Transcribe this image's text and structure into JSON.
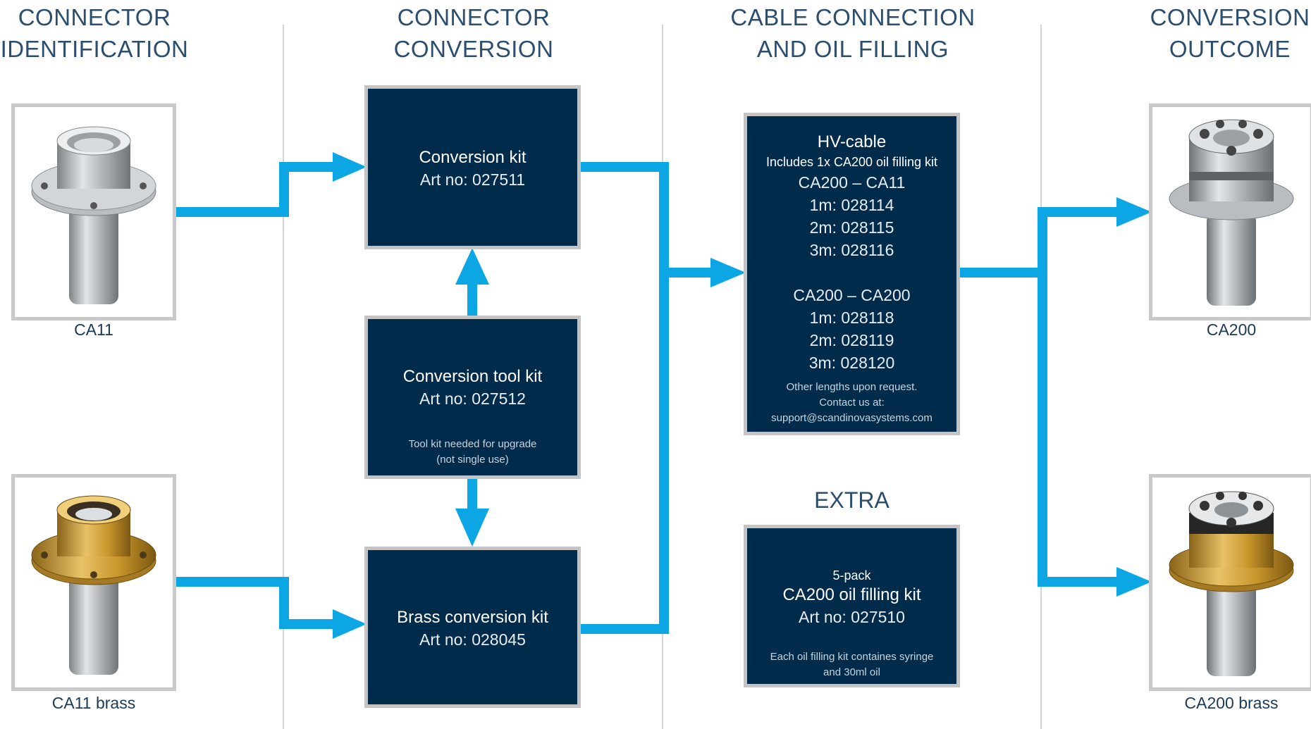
{
  "columns": [
    {
      "line1": "CONNECTOR",
      "line2": "IDENTIFICATION"
    },
    {
      "line1": "CONNECTOR",
      "line2": "CONVERSION"
    },
    {
      "line1": "CABLE CONNECTION",
      "line2": "AND OIL FILLING"
    },
    {
      "line1": "CONVERSION",
      "line2": "OUTCOME"
    }
  ],
  "inputs": [
    {
      "caption": "CA11",
      "image": "CA11 connector (steel)"
    },
    {
      "caption": "CA11 brass",
      "image": "CA11 brass connector"
    }
  ],
  "outputs": [
    {
      "caption": "CA200",
      "image": "CA200 connector (steel)"
    },
    {
      "caption": "CA200 brass",
      "image": "CA200 brass connector"
    }
  ],
  "conversion": {
    "kit": {
      "title": "Conversion kit",
      "art": "Art no: 027511"
    },
    "tool_kit": {
      "title": "Conversion tool kit",
      "art": "Art no: 027512",
      "note1": "Tool kit needed for upgrade",
      "note2": "(not single use)"
    },
    "brass_kit": {
      "title": "Brass conversion kit",
      "art": "Art no: 028045"
    }
  },
  "cable": {
    "title": "HV-cable",
    "includes": "Includes 1x CA200 oil filling kit",
    "group1": {
      "name": "CA200 – CA11",
      "items": [
        "1m: 028114",
        "2m: 028115",
        "3m: 028116"
      ]
    },
    "group2": {
      "name": "CA200 – CA200",
      "items": [
        "1m: 028118",
        "2m: 028119",
        "3m: 028120"
      ]
    },
    "note1": "Other lengths upon request.",
    "note2": "Contact us at:",
    "note3": "support@scandinovasystems.com"
  },
  "extra": {
    "heading": "EXTRA",
    "pack": "5-pack",
    "title": "CA200 oil filling kit",
    "art": "Art no: 027510",
    "note1": "Each oil filling kit containes syringe",
    "note2": "and 30ml oil"
  },
  "colors": {
    "arrow": "#0ca6e4",
    "box": "#002b4a",
    "border": "#c4c4c4",
    "brass": "#c9962b",
    "steel": "#a9aeb3"
  }
}
